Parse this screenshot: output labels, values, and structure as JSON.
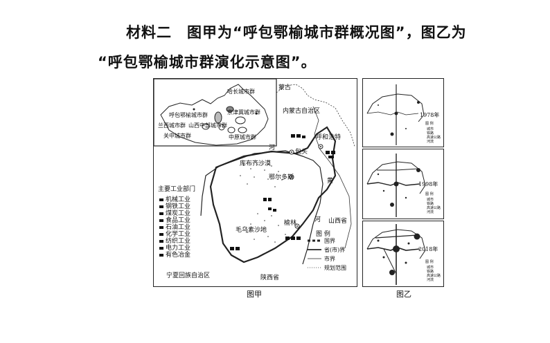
{
  "text": {
    "line1": "材料二　图甲为“呼包鄂榆城市群概况图”，图乙为",
    "line2": "“呼包鄂榆城市群演化示意图”。"
  },
  "figA": {
    "caption": "图甲",
    "inset": {
      "labels": [
        "哈长城市群",
        "呼包鄂榆城市群",
        "京津冀城市群",
        "兰西城市群",
        "山西中部城市群",
        "关中城市群",
        "中原城市群"
      ]
    },
    "places": {
      "menggu": "蒙古",
      "nmg": "内蒙古自治区",
      "hhht": "呼和浩特",
      "baotou": "包头",
      "he1": "河",
      "kbq": "库布齐沙漠",
      "erdos": "鄂尔多斯",
      "huang": "黄",
      "he2": "河",
      "mus": "毛乌素沙地",
      "yulin": "榆林",
      "shanxi": "山西省",
      "shaanxi": "陕西省",
      "ningxia": "宁夏回族自治区"
    },
    "industry": {
      "title": "主要工业部门",
      "items": [
        "机械工业",
        "钢铁工业",
        "煤炭工业",
        "食品工业",
        "石油工业",
        "化学工业",
        "纺织工业",
        "电力工业",
        "有色冶金"
      ]
    },
    "legend": {
      "title": "图  例",
      "items": [
        "国界",
        "省(市)界",
        "市界",
        "规划范围"
      ]
    }
  },
  "figB": {
    "caption": "图乙",
    "panels": [
      {
        "year": "1978年"
      },
      {
        "year": "1998年"
      },
      {
        "year": "2018年"
      }
    ],
    "legend": {
      "title": "图  例",
      "items": [
        "城市",
        "铁路",
        "高速公路",
        "河流"
      ]
    }
  }
}
